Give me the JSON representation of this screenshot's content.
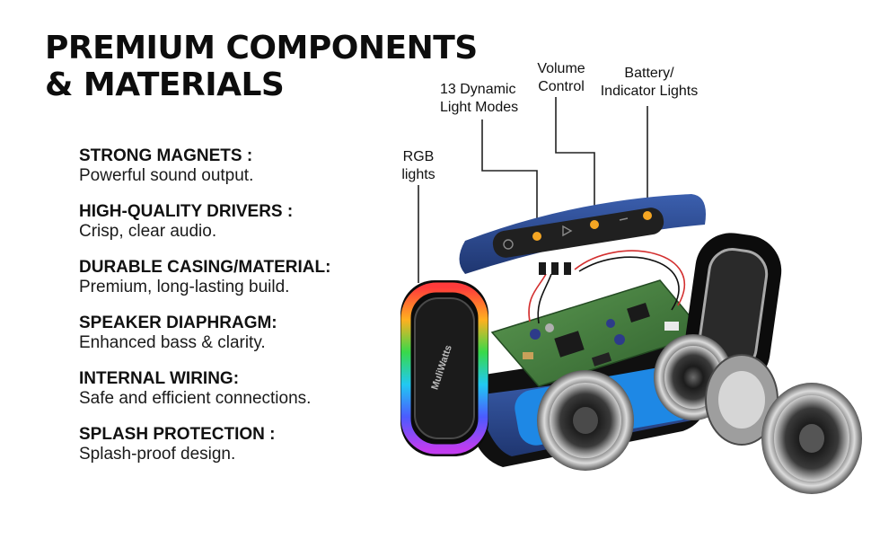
{
  "heading": {
    "line1": "PREMIUM COMPONENTS",
    "line2": "& MATERIALS"
  },
  "features": [
    {
      "title": "STRONG MAGNETS :",
      "description": "Powerful sound output."
    },
    {
      "title": "HIGH-QUALITY DRIVERS :",
      "description": "Crisp, clear audio."
    },
    {
      "title": "DURABLE CASING/MATERIAL:",
      "description": "Premium, long-lasting build."
    },
    {
      "title": "SPEAKER DIAPHRAGM:",
      "description": "Enhanced bass & clarity."
    },
    {
      "title": "INTERNAL WIRING:",
      "description": "Safe and efficient connections."
    },
    {
      "title": "SPLASH PROTECTION :",
      "description": "Splash-proof design."
    }
  ],
  "callouts": {
    "rgb": "RGB\nlights",
    "modes": "13 Dynamic\nLight Modes",
    "volume": "Volume\nControl",
    "battery": "Battery/\nIndicator Lights"
  },
  "brand": {
    "logo_text": "MuliWatts"
  },
  "colors": {
    "casing_blue": "#2c4a8c",
    "pcb_green": "#3f7a3c",
    "indicator_orange": "#f5a623",
    "leader_line": "#222222"
  }
}
